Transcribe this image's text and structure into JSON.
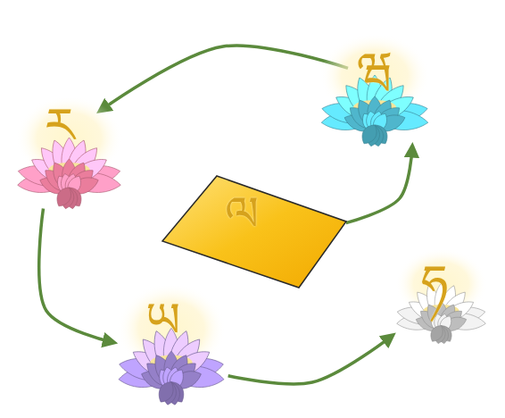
{
  "diagram": {
    "nodes": [
      {
        "text": [
          "ལ"
        ]
      },
      {
        "text": [
          "ཝ"
        ]
      },
      {
        "text": [
          "ར"
        ]
      },
      {
        "text": [
          "ཡ"
        ]
      },
      {
        "text": [
          "ཧ"
        ]
      }
    ],
    "edges": [
      {
        "from": 0,
        "to": 1,
        "arrow": "to"
      },
      {
        "from": 1,
        "to": 2,
        "arrow": "to"
      },
      {
        "from": 2,
        "to": 3,
        "arrow": "to"
      },
      {
        "from": 3,
        "to": 4,
        "arrow": "to"
      }
    ]
  }
}
